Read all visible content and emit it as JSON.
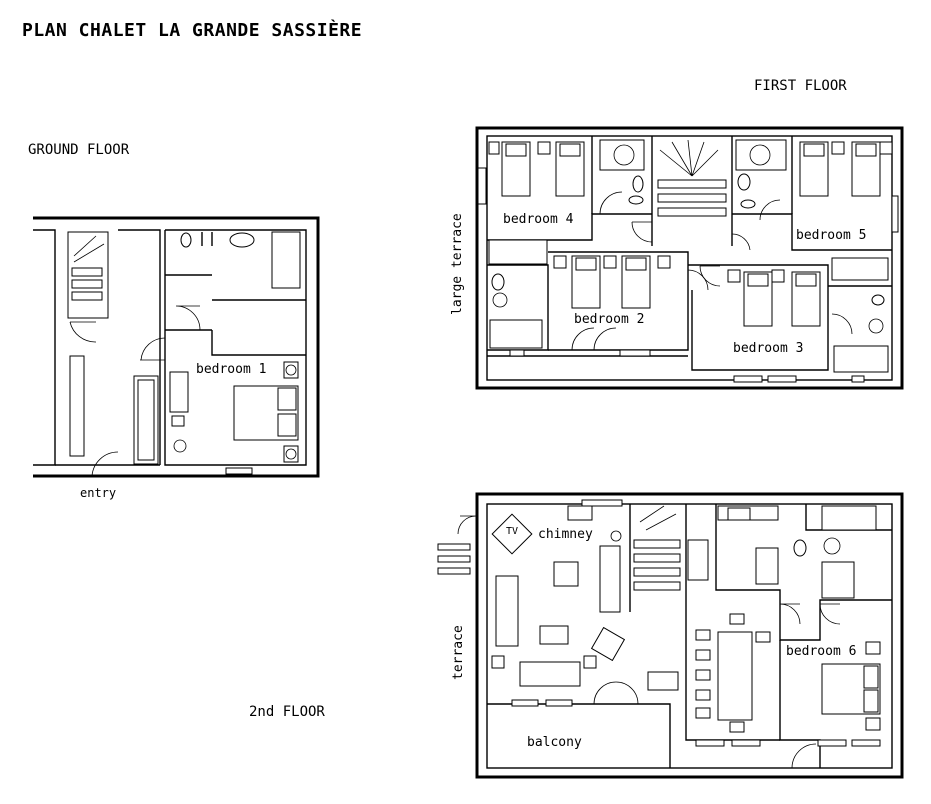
{
  "title": "PLAN CHALET LA GRANDE SASSIÈRE",
  "floors": {
    "ground": "GROUND FLOOR",
    "first": "FIRST FLOOR",
    "second": "2nd FLOOR"
  },
  "rooms": {
    "bedroom1": "bedroom 1",
    "bedroom2": "bedroom 2",
    "bedroom3": "bedroom 3",
    "bedroom4": "bedroom 4",
    "bedroom5": "bedroom 5",
    "bedroom6": "bedroom 6",
    "entry": "entry",
    "large_terrace": "large terrace",
    "terrace": "terrace",
    "chimney": "chimney",
    "balcony": "balcony",
    "tv": "TV"
  }
}
